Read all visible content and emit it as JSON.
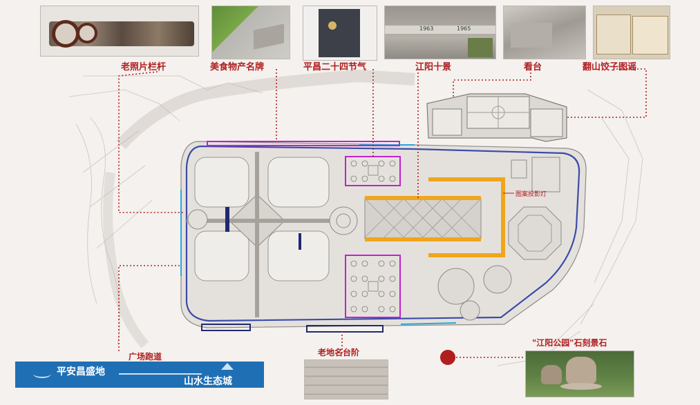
{
  "top_labels": {
    "old_photo_railing": "老照片栏杆",
    "food_specialty_sign": "美食物产名牌",
    "pingchang_24_terms": "平昌二十四节气",
    "jiangyang_ten_views": "江阳十景",
    "viewing_platform": "看台",
    "fanshan_dumpling_ballad": "翻山饺子图谣"
  },
  "photo_text": {
    "year_a": "1963",
    "year_b": "1965"
  },
  "plan_labels": {
    "pattern_lamp": "图案投影灯"
  },
  "bottom_labels": {
    "plaza_track": "广场跑道",
    "old_place_steps": "老地名台阶",
    "park_stone": "\"江阳公园\"石刻景石"
  },
  "banner": {
    "left": "平安昌盛地",
    "right": "山水生态城"
  },
  "colors": {
    "callout_red": "#b01e1e",
    "track_blue": "#3b4aa8",
    "highlight_purple": "#c21fd0",
    "accent_orange": "#f0a51c",
    "banner_blue": "#1f6fb5"
  }
}
